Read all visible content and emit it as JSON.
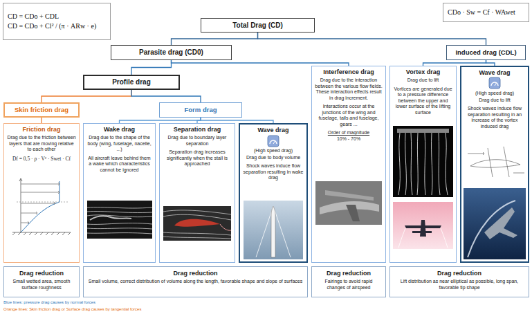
{
  "diagram": {
    "nodes": [
      {
        "text": [
          "CD = CDo + CDL",
          "CD = CDo + Cl² / (π · ARw · e)"
        ]
      },
      {
        "text": [
          "CDo · Sw = Cf · WAwet"
        ]
      },
      {
        "text": [
          "Total Drag (CD)"
        ]
      },
      {
        "text": [
          "Parasite drag (CD0)"
        ]
      },
      {
        "text": [
          "Induced drag (CDL)"
        ]
      },
      {
        "text": [
          "Profile drag"
        ]
      },
      {
        "text": [
          "Skin friction drag"
        ]
      },
      {
        "text": [
          "Form drag"
        ]
      },
      {
        "text": [
          "Friction drag",
          "Drag due to the friction between layers that are moving relative to each other",
          "Df = 0,5 · ρ · V² · Swet · Cf"
        ]
      },
      {
        "text": [
          "Wake drag",
          "Drag due to the shape of the body (wing, fuselage, nacelle, ...)",
          "All aircraft leave behind them a wake which characteristics cannot be ignored"
        ]
      },
      {
        "text": [
          "Separation drag",
          "Drag due to boundary layer separation",
          "Separation drag increases significantly when the stall is approached"
        ]
      },
      {
        "text": [
          "Wave drag",
          "(High speed drag)",
          "Drag due to body volume",
          "Shock waves induce flow separation resulting in wake drag"
        ]
      },
      {
        "text": [
          "Interference drag",
          "Drag due to the interaction between the various flow fields. These interaction effects result in drag increment.",
          "Interactions occur at the junctions of the wing and fuselage, tails and fuselage, gears ...",
          "Order of magnitude",
          "10% - 70%"
        ]
      },
      {
        "text": [
          "Vortex drag",
          "Drag due to lift",
          "Vortices are generated due to a pressure difference between the upper and lower surface of the lifting surface"
        ]
      },
      {
        "text": [
          "Wave drag",
          "(High speed drag)",
          "Drag due to lift",
          "Shock waves induce flow separation resulting in an increase of the vortex induced drag"
        ]
      },
      {
        "text": [
          "Drag reduction",
          "Small wetted area, smooth surface roughness"
        ]
      },
      {
        "text": [
          "Drag reduction",
          "Small volume, correct distribution of volume along the length, favorable shape and slope of surfaces"
        ]
      },
      {
        "text": [
          "Drag reduction",
          "Fairings to avoid rapid changes of airspeed"
        ]
      },
      {
        "text": [
          "Drag reduction",
          "Lift distribution as near elliptical as possible, long span, favorable tip shape"
        ]
      }
    ],
    "edges": [
      {
        "from": 2,
        "to": 3,
        "arrow": "none"
      },
      {
        "from": 2,
        "to": 4,
        "arrow": "none"
      },
      {
        "from": 3,
        "to": 5,
        "arrow": "none"
      },
      {
        "from": 3,
        "to": 12,
        "arrow": "none"
      },
      {
        "from": 4,
        "to": 13,
        "arrow": "none"
      },
      {
        "from": 4,
        "to": 14,
        "arrow": "none"
      },
      {
        "from": 5,
        "to": 6,
        "arrow": "none"
      },
      {
        "from": 5,
        "to": 7,
        "arrow": "none"
      },
      {
        "from": 6,
        "to": 8,
        "arrow": "none"
      },
      {
        "from": 7,
        "to": 9,
        "arrow": "none"
      },
      {
        "from": 7,
        "to": 10,
        "arrow": "none"
      },
      {
        "from": 7,
        "to": 11,
        "arrow": "none"
      }
    ],
    "labels": [
      "Blue lines: pressure drag causes by normal forces",
      "Orange lines: Skin friction drag or Surface drag causes by tangential forces"
    ]
  }
}
